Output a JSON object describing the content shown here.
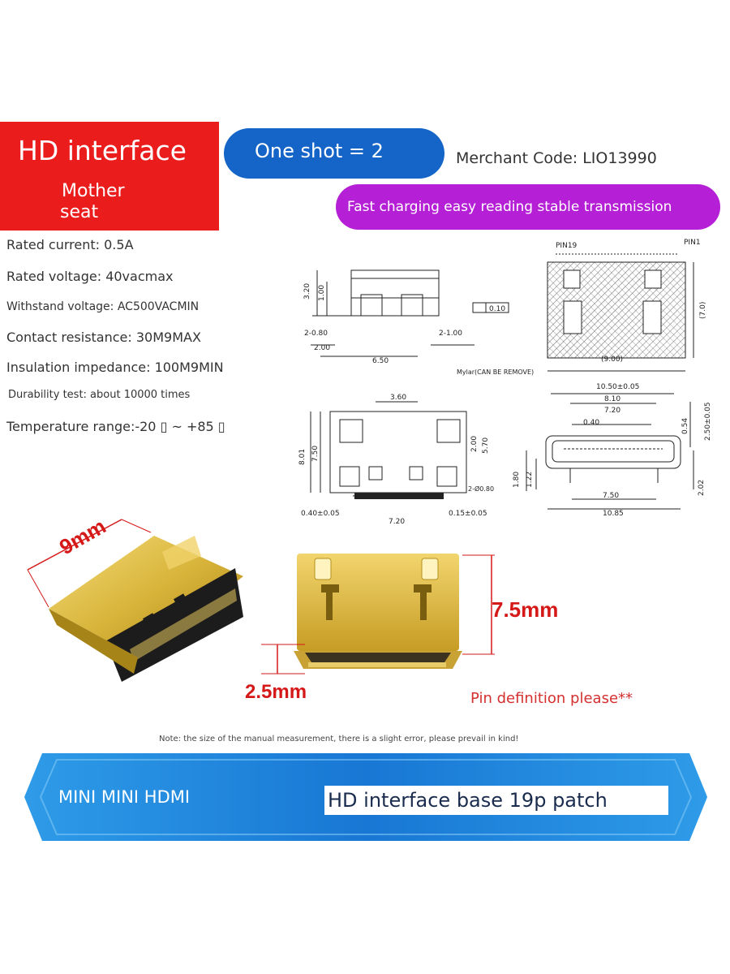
{
  "header": {
    "title": "HD interface",
    "subtitle_line1": "Mother",
    "subtitle_line2": "seat",
    "pill_blue": "One shot = 2",
    "merchant_code": "Merchant Code: LIO13990",
    "pill_purple": "Fast charging easy reading stable transmission"
  },
  "specs": [
    "Rated current: 0.5A",
    "Rated voltage: 40vacmax",
    "Withstand voltage: AC500VACMIN",
    "Contact resistance: 30M9MAX",
    "Insulation impedance: 100M9MIN",
    "Durability test: about 10000 times",
    "Temperature range:-20 ▯ ~ +85 ▯"
  ],
  "drawing": {
    "side": {
      "h1": "3.20",
      "h2": "1.00",
      "flat": "0.10",
      "p1": "2-0.80",
      "p2": "2-1.00",
      "w1": "2.00",
      "w2": "6.50"
    },
    "top": {
      "pin19": "PIN19",
      "pin1": "PIN1",
      "w": "(9.00)",
      "h": "(7.0)",
      "mylar": "Mylar(CAN BE REMOVE)"
    },
    "bottom": {
      "w": "3.60",
      "h1": "8.01",
      "h2": "7.50",
      "h3": "2.00",
      "h4": "5.70",
      "hole": "2-Ø0.80",
      "l": "0.40±0.05",
      "c": "7.20",
      "r": "0.15±0.05"
    },
    "front": {
      "w1": "10.50±0.05",
      "w2": "8.10",
      "w3": "7.20",
      "w4": "0.40",
      "h1": "0.54",
      "h2": "2.50±0.05",
      "h3": "1.80",
      "h4": "1.22",
      "h5": "2.02",
      "b1": "7.50",
      "b2": "10.85"
    }
  },
  "photo": {
    "width_label": "9mm",
    "height_label": "7.5mm",
    "depth_label": "2.5mm",
    "pin_definition": "Pin definition please**"
  },
  "note": "Note: the size of the manual measurement, there is a slight error, please prevail in kind!",
  "banner": {
    "left": "MINI MINI HDMI",
    "right": "HD interface base 19p patch"
  },
  "colors": {
    "red": "#ea1c1c",
    "blue": "#1565c8",
    "purple": "#b51fd6",
    "gold": "#d8b43a",
    "dim_red": "#d51818"
  }
}
